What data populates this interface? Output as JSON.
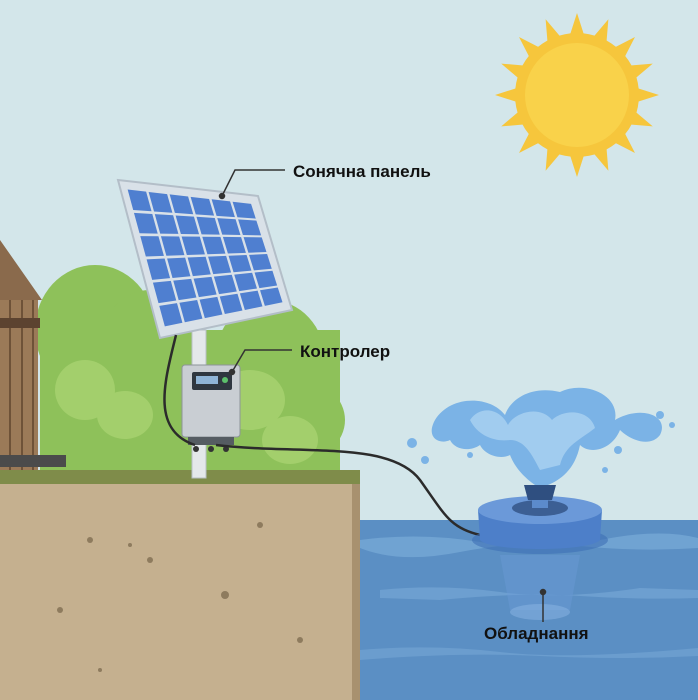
{
  "labels": {
    "solar_panel": "Сонячна панель",
    "controller": "Контролер",
    "equipment": "Обладнання"
  },
  "colors": {
    "sky": "#d3e6ea",
    "sun": "#f6c63c",
    "sun_core": "#f9d24a",
    "bush": "#8ec15a",
    "bush_light": "#a3cf6c",
    "grass": "#7f8c4a",
    "soil": "#c5b08f",
    "water": "#5b8fc4",
    "water_light": "#7fb0dc",
    "panel_frame": "#d9e1e8",
    "panel_cell": "#4f7fd0",
    "controller_body": "#c9ced3",
    "float_body": "#4d7fc9",
    "spray": "#7bb3e6",
    "cable": "#2b2b2b",
    "label_text": "#111111"
  },
  "icons": [
    "sun-icon",
    "solar-panel-icon",
    "controller-icon",
    "fountain-pump-icon",
    "house-icon"
  ]
}
